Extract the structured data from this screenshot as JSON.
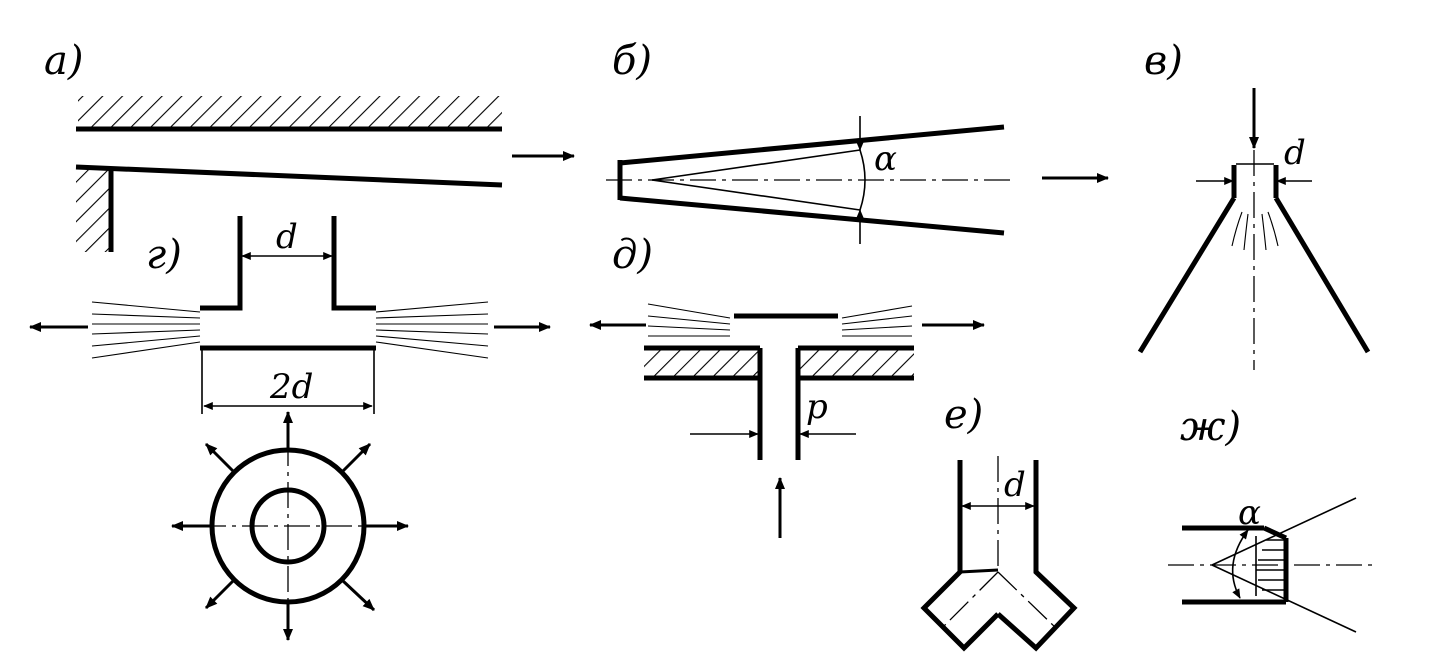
{
  "panels": {
    "a": "а)",
    "b": "б)",
    "v": "в)",
    "g": "г)",
    "d": "д)",
    "e": "е)",
    "zh": "ж)"
  },
  "dimensions": {
    "g_width": "d",
    "g_outer": "2d",
    "b_angle": "α",
    "v_width": "d",
    "d_width": "р",
    "e_width": "d",
    "zh_angle": "α"
  },
  "colors": {
    "ink": "#000000",
    "background": "#ffffff"
  }
}
